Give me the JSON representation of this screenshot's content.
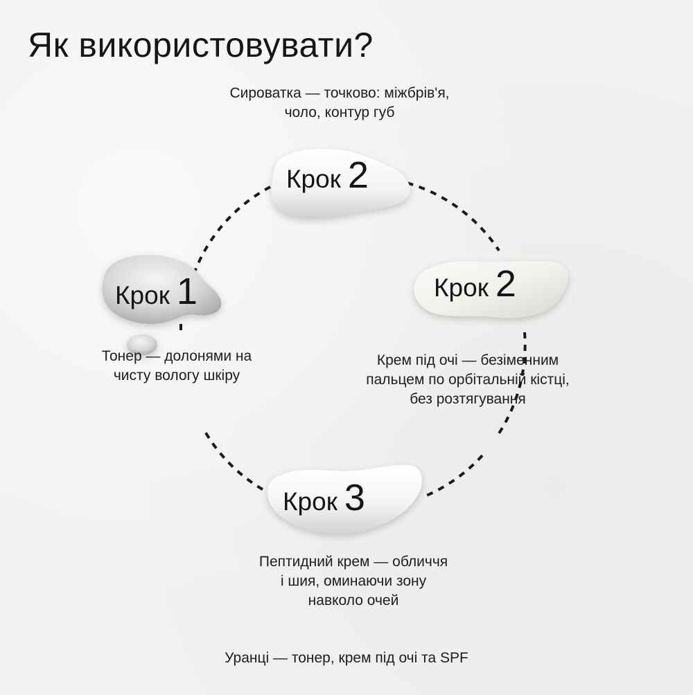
{
  "title": "Як використовувати?",
  "steps": [
    {
      "word": "Крок",
      "number": "1",
      "text_lines": [
        "Тонер — долонями на",
        "чисту вологу шкіру"
      ]
    },
    {
      "word": "Крок",
      "number": "2",
      "text_lines": [
        "Сироватка — точково: міжбрів'я,",
        "чоло, контур губ"
      ]
    },
    {
      "word": "Крок",
      "number": "2",
      "text_lines": [
        "Крем під очі — безіменним",
        "пальцем по орбітальній кістці,",
        "без розтягування"
      ]
    },
    {
      "word": "Крок",
      "number": "3",
      "text_lines": [
        "Пептидний крем — обличчя",
        "і шия, оминаючи зону",
        "навколо очей"
      ]
    }
  ],
  "footer": "Уранці — тонер, крем під очі та SPF",
  "colors": {
    "background": "#f1f1ef",
    "text": "#1a1a1a",
    "dash": "#1a1a1a",
    "swatch": "#ffffff"
  }
}
